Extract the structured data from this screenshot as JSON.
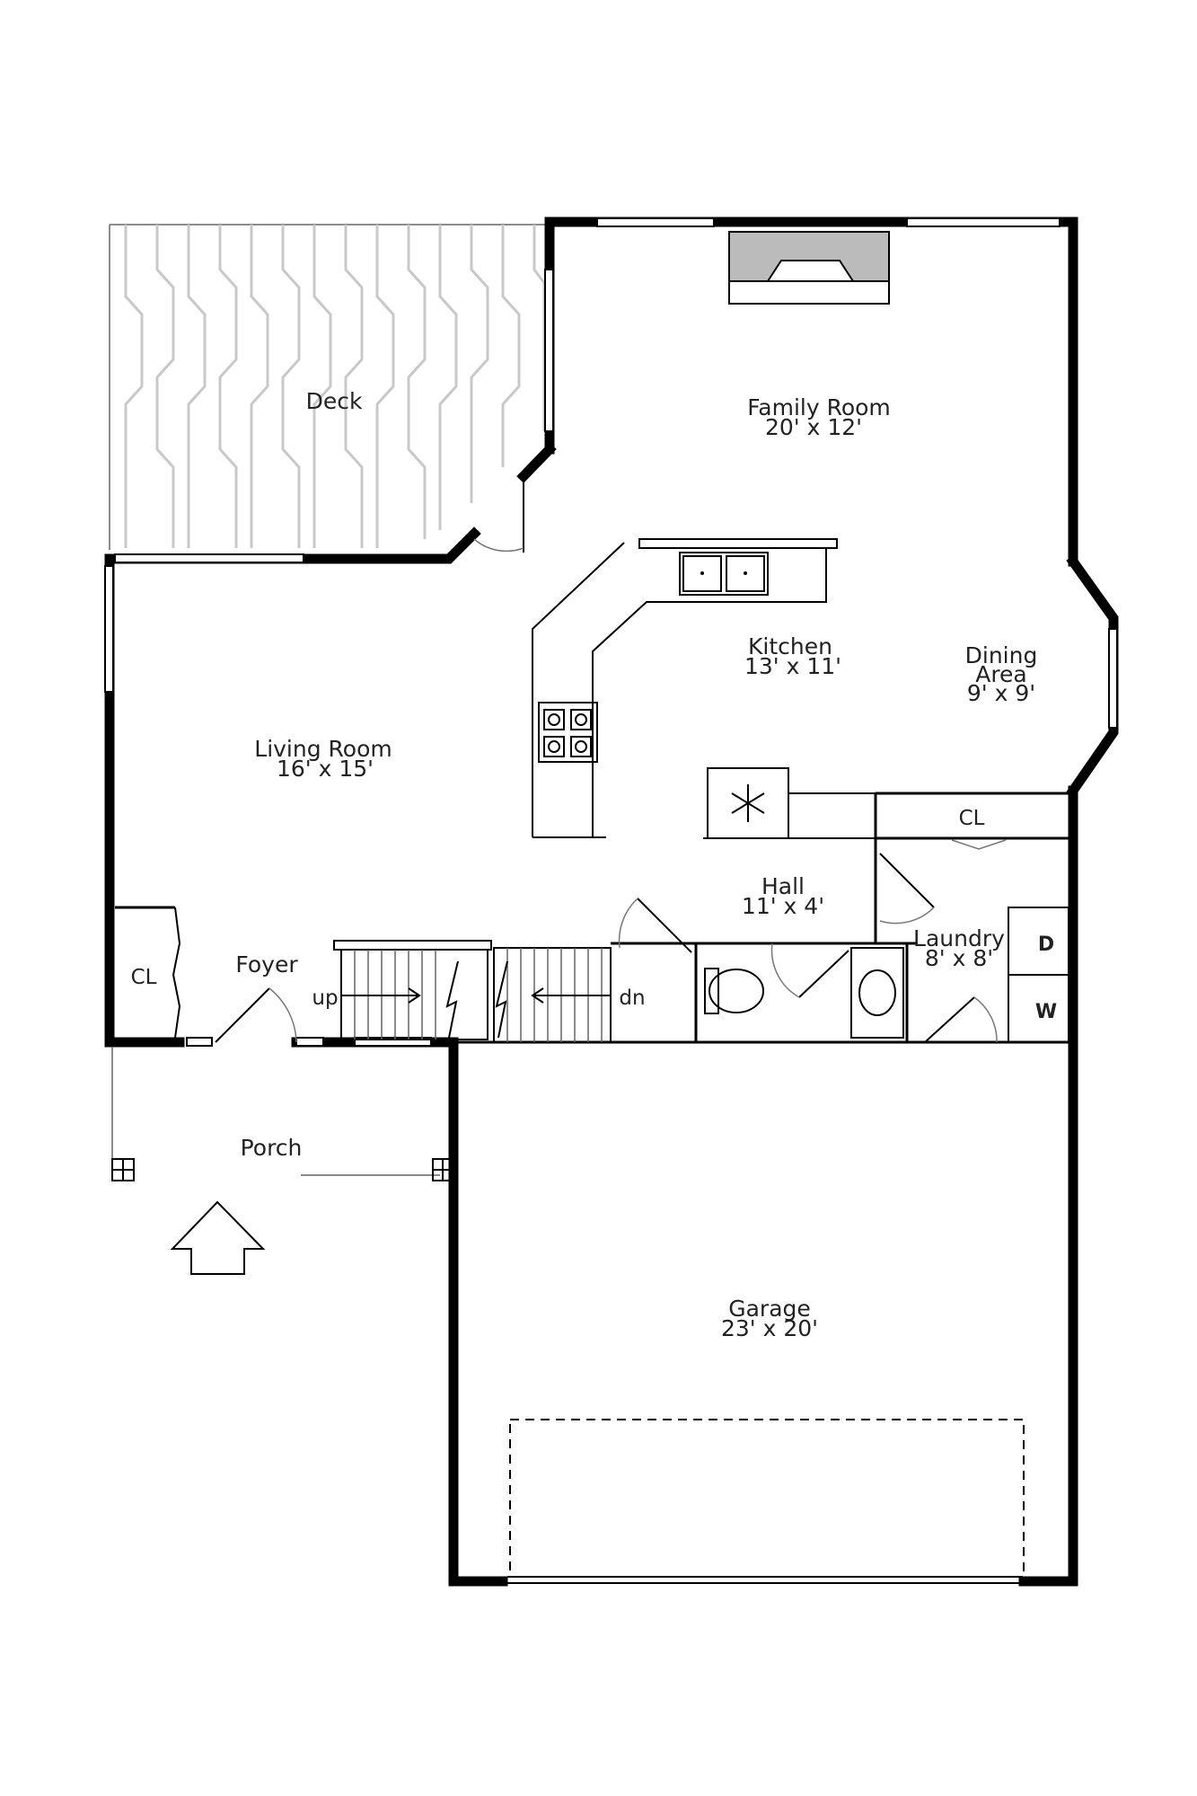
{
  "rooms": {
    "deck": {
      "name": "Deck"
    },
    "family_room": {
      "name": "Family Room",
      "size": "20' x 12'"
    },
    "kitchen": {
      "name": "Kitchen",
      "size": "13' x 11'"
    },
    "dining_area": {
      "name_line1": "Dining",
      "name_line2": "Area",
      "size": "9' x 9'"
    },
    "living_room": {
      "name": "Living Room",
      "size": "16' x 15'"
    },
    "closet_right": {
      "name": "CL"
    },
    "hall": {
      "name": "Hall",
      "size": "11' x 4'"
    },
    "laundry": {
      "name": "Laundry",
      "size": "8' x 8'"
    },
    "closet_left": {
      "name": "CL"
    },
    "foyer": {
      "name": "Foyer"
    },
    "porch": {
      "name": "Porch"
    },
    "garage": {
      "name": "Garage",
      "size": "23' x 20'"
    }
  },
  "stairs": {
    "up_label": "up",
    "down_label": "dn"
  },
  "appliances": {
    "dryer": "D",
    "washer": "W"
  }
}
